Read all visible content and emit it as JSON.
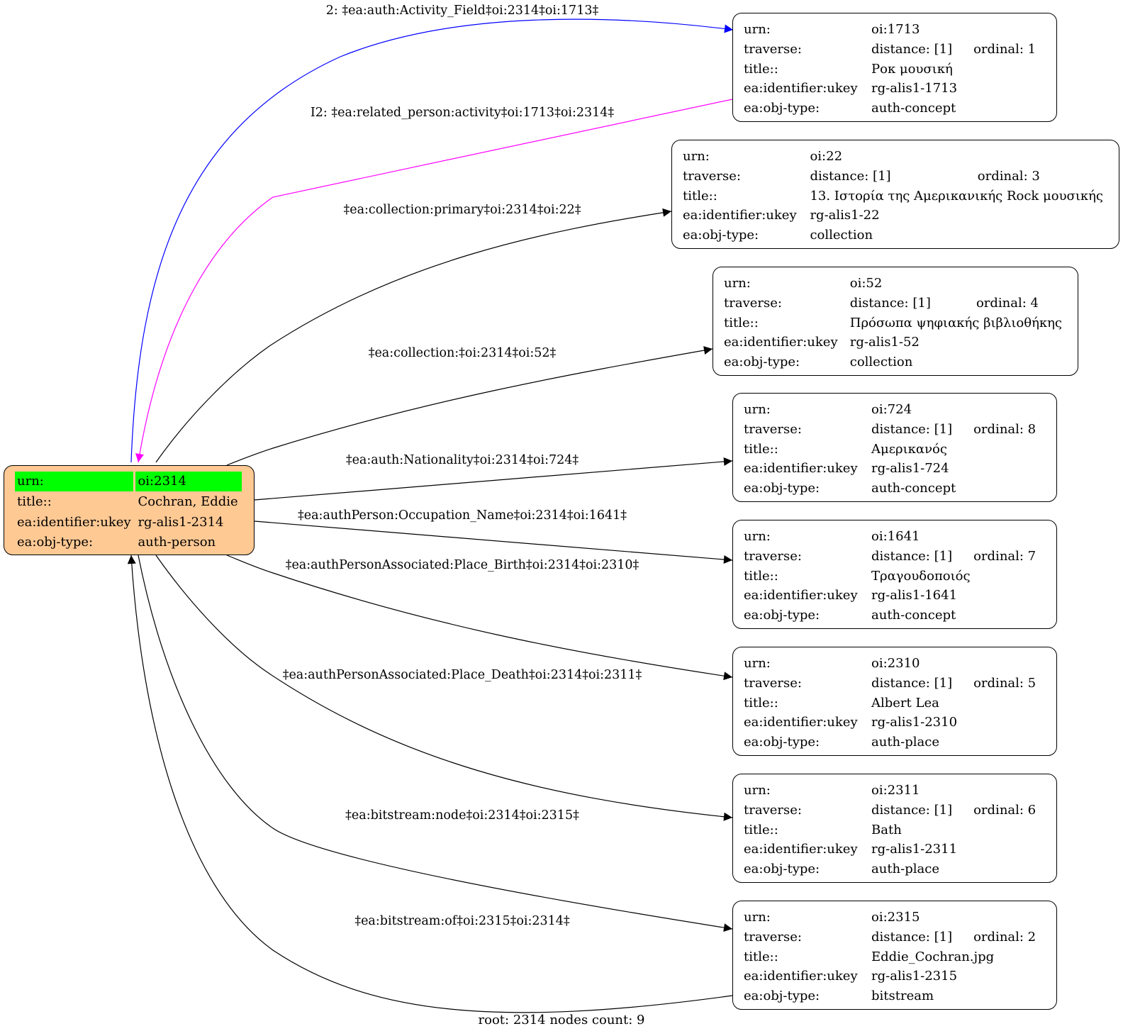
{
  "root": {
    "rows": [
      {
        "key": "urn:",
        "value": "oi:2314"
      },
      {
        "key": "title::",
        "value": "Cochran, Eddie"
      },
      {
        "key": "ea:identifier:ukey",
        "value": "rg-alis1-2314"
      },
      {
        "key": "ea:obj-type:",
        "value": "auth-person"
      }
    ],
    "fill_color": "#ffc994",
    "highlight_color": "#00ff00"
  },
  "nodes": [
    {
      "urn": "oi:1713",
      "distance": "distance: [1]",
      "ordinal": "ordinal: 1",
      "title": "Ροκ μουσική",
      "ukey": "rg-alis1-1713",
      "obj_type": "auth-concept"
    },
    {
      "urn": "oi:22",
      "distance": "distance: [1]",
      "ordinal": "ordinal: 3",
      "title": "13. Ιστορία της Αμερικανικής Rock μουσικής",
      "ukey": "rg-alis1-22",
      "obj_type": "collection"
    },
    {
      "urn": "oi:52",
      "distance": "distance: [1]",
      "ordinal": "ordinal: 4",
      "title": "Πρόσωπα ψηφιακής βιβλιοθήκης",
      "ukey": "rg-alis1-52",
      "obj_type": "collection"
    },
    {
      "urn": "oi:724",
      "distance": "distance: [1]",
      "ordinal": "ordinal: 8",
      "title": "Αμερικανός",
      "ukey": "rg-alis1-724",
      "obj_type": "auth-concept"
    },
    {
      "urn": "oi:1641",
      "distance": "distance: [1]",
      "ordinal": "ordinal: 7",
      "title": "Τραγουδοποιός",
      "ukey": "rg-alis1-1641",
      "obj_type": "auth-concept"
    },
    {
      "urn": "oi:2310",
      "distance": "distance: [1]",
      "ordinal": "ordinal: 5",
      "title": "Albert Lea",
      "ukey": "rg-alis1-2310",
      "obj_type": "auth-place"
    },
    {
      "urn": "oi:2311",
      "distance": "distance: [1]",
      "ordinal": "ordinal: 6",
      "title": "Bath",
      "ukey": "rg-alis1-2311",
      "obj_type": "auth-place"
    },
    {
      "urn": "oi:2315",
      "distance": "distance: [1]",
      "ordinal": "ordinal: 2",
      "title": "Eddie_Cochran.jpg",
      "ukey": "rg-alis1-2315",
      "obj_type": "bitstream"
    }
  ],
  "row_keys": {
    "urn": "urn:",
    "traverse": "traverse:",
    "title": "title::",
    "ukey": "ea:identifier:ukey",
    "obj_type": "ea:obj-type:"
  },
  "edges": [
    {
      "label": "2: ‡ea:auth:Activity_Field‡oi:2314‡oi:1713‡",
      "color": "#0000ff"
    },
    {
      "label": "I2: ‡ea:related_person:activity‡oi:1713‡oi:2314‡",
      "color": "#ff00ff"
    },
    {
      "label": "‡ea:collection:primary‡oi:2314‡oi:22‡",
      "color": "#000000"
    },
    {
      "label": "‡ea:collection:‡oi:2314‡oi:52‡",
      "color": "#000000"
    },
    {
      "label": "‡ea:auth:Nationality‡oi:2314‡oi:724‡",
      "color": "#000000"
    },
    {
      "label": "‡ea:authPerson:Occupation_Name‡oi:2314‡oi:1641‡",
      "color": "#000000"
    },
    {
      "label": "‡ea:authPersonAssociated:Place_Birth‡oi:2314‡oi:2310‡",
      "color": "#000000"
    },
    {
      "label": "‡ea:authPersonAssociated:Place_Death‡oi:2314‡oi:2311‡",
      "color": "#000000"
    },
    {
      "label": "‡ea:bitstream:node‡oi:2314‡oi:2315‡",
      "color": "#000000"
    },
    {
      "label": "‡ea:bitstream:of‡oi:2315‡oi:2314‡",
      "color": "#000000"
    }
  ],
  "footer": "root: 2314 nodes count: 9"
}
